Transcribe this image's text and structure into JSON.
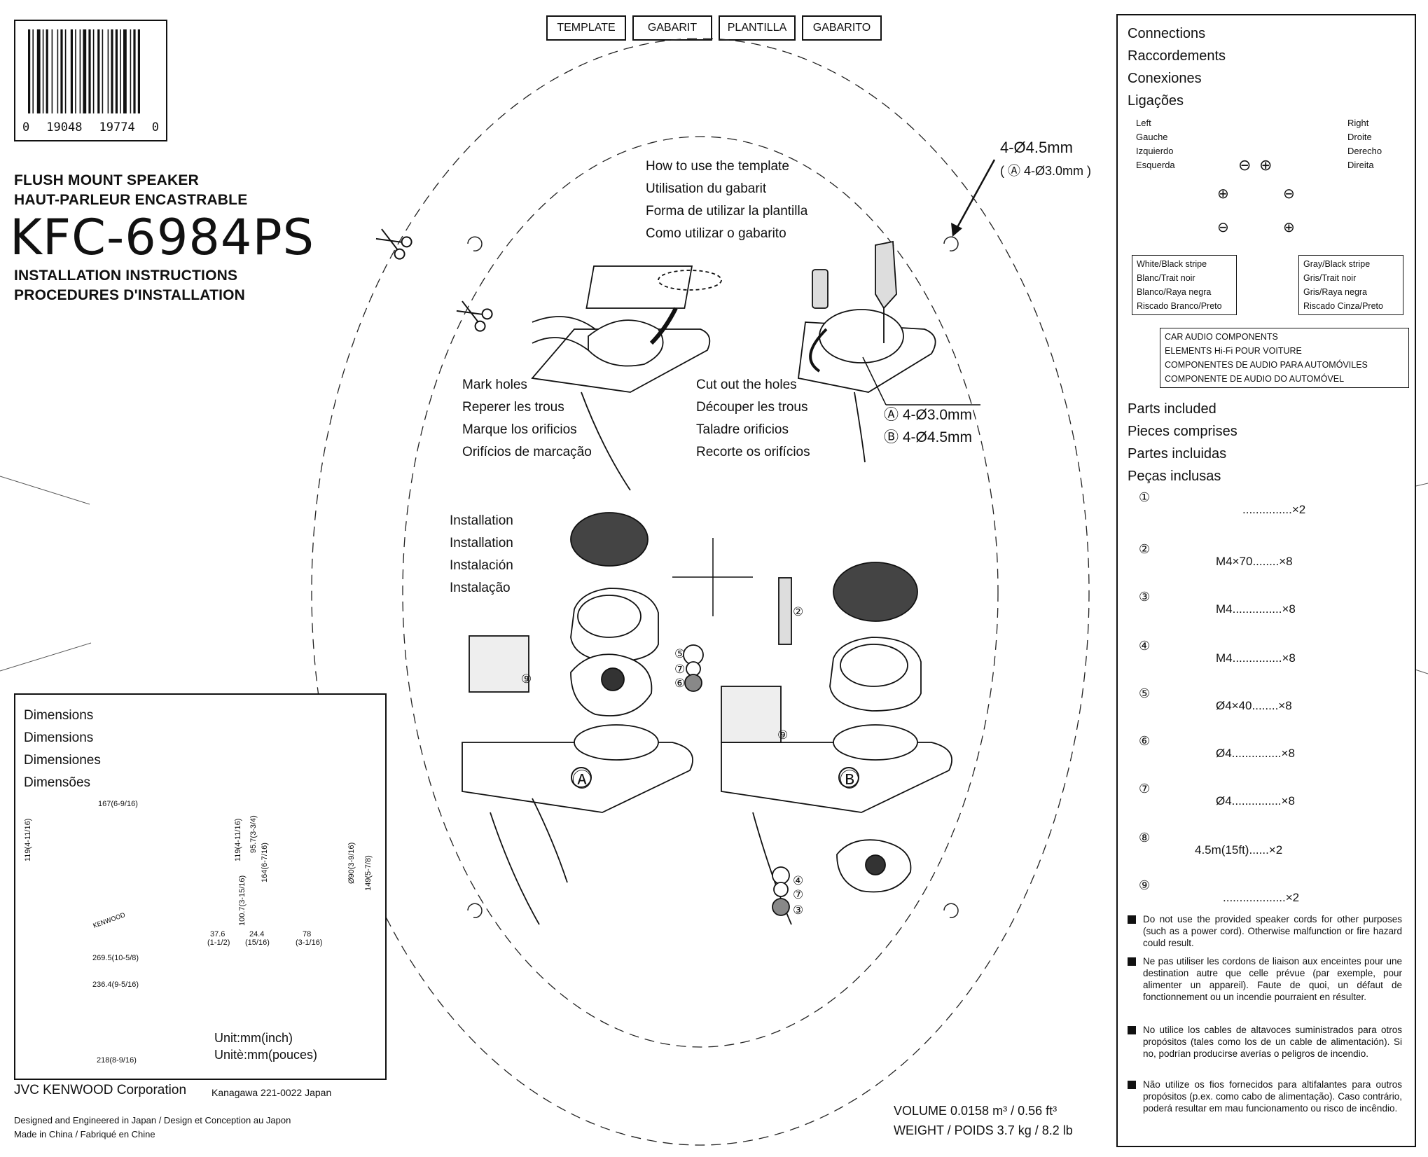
{
  "barcode": {
    "digits": [
      "0",
      "19048",
      "19774",
      "0"
    ]
  },
  "header": {
    "product_line1": "FLUSH MOUNT SPEAKER",
    "product_line2": "HAUT-PARLEUR ENCASTRABLE",
    "model": "KFC-6984PS",
    "instructions_line1": "INSTALLATION INSTRUCTIONS",
    "instructions_line2": "PROCEDURES D'INSTALLATION"
  },
  "template_tabs": [
    "TEMPLATE",
    "GABARIT",
    "PLANTILLA",
    "GABARITO"
  ],
  "hole_spec_top": {
    "b": "4-Ø4.5mm",
    "a": "( Ⓐ 4-Ø3.0mm )"
  },
  "how_to": [
    "How to use the template",
    "Utilisation du gabarit",
    "Forma de utilizar la plantilla",
    "Como utilizar o gabarito"
  ],
  "mark_holes": [
    "Mark holes",
    "Reperer les trous",
    "Marque los orificios",
    "Orifícios de marcação"
  ],
  "cut_holes": [
    "Cut out the holes",
    "Découper les trous",
    "Taladre orificios",
    "Recorte os orifícios"
  ],
  "hole_spec_mid": {
    "a": "Ⓐ 4-Ø3.0mm",
    "b": "Ⓑ 4-Ø4.5mm"
  },
  "installation": [
    "Installation",
    "Installation",
    "Instalación",
    "Instalação"
  ],
  "figure_labels": {
    "a": "Ⓐ",
    "b": "Ⓑ",
    "callouts_a": [
      "⑤",
      "⑦",
      "⑥",
      "⑨"
    ],
    "callouts_b": [
      "②",
      "⑨",
      "④",
      "⑦",
      "③"
    ]
  },
  "dimensions": {
    "headings": [
      "Dimensions",
      "Dimensions",
      "Dimensiones",
      "Dimensões"
    ],
    "front_width": "167(6-9/16)",
    "front_height": "119(4-11/16)",
    "side_height1": "95.7(3-3/4)",
    "side_height2": "119(4-11/16)",
    "side_height3": "100.7(3-15/16)",
    "side_height4": "164(6-7/16)",
    "depth1": "37.6",
    "depth1b": "(1-1/2)",
    "depth2": "24.4",
    "depth2b": "(15/16)",
    "depth3": "78",
    "depth3b": "(3-1/16)",
    "diameter": "Ø90(3-9/16)",
    "overall_h": "149(5-7/8)",
    "width1": "269.5(10-5/8)",
    "width2": "236.4(9-5/16)",
    "width3": "218(8-9/16)",
    "brand_on_grille": "KENWOOD",
    "unit1": "Unit:mm(inch)",
    "unit2": "Unitè:mm(pouces)"
  },
  "footer": {
    "company": "JVC KENWOOD Corporation",
    "address": "Kanagawa 221-0022 Japan",
    "designed": "Designed and Engineered in Japan / Design et Conception au Japon",
    "made": "Made in China / Fabriqué en Chine",
    "volume": "VOLUME 0.0158 m³ / 0.56 ft³",
    "weight": "WEIGHT / POIDS 3.7 kg / 8.2 lb"
  },
  "connections": {
    "headings": [
      "Connections",
      "Raccordements",
      "Conexiones",
      "Ligações"
    ],
    "left": [
      "Left",
      "Gauche",
      "Izquierdo",
      "Esquerda"
    ],
    "right": [
      "Right",
      "Droite",
      "Derecho",
      "Direita"
    ],
    "white_black": [
      "White/Black stripe",
      "Blanc/Trait noir",
      "Blanco/Raya negra",
      "Riscado Branco/Preto"
    ],
    "gray_black": [
      "Gray/Black stripe",
      "Gris/Trait noir",
      "Gris/Raya negra",
      "Riscado Cinza/Preto"
    ],
    "car_audio": [
      "CAR AUDIO COMPONENTS",
      "ELEMENTS Hi-Fi POUR VOITURE",
      "COMPONENTES DE AUDIO PARA AUTOMÓVILES",
      "COMPONENTE DE AUDIO DO AUTOMÓVEL"
    ],
    "plus": "⊕",
    "minus": "⊖"
  },
  "parts": {
    "headings": [
      "Parts included",
      "Pieces comprises",
      "Partes incluidas",
      "Peças inclusas"
    ],
    "items": [
      {
        "num": "①",
        "label": "...............×2"
      },
      {
        "num": "②",
        "label": "M4×70........×8"
      },
      {
        "num": "③",
        "label": "M4...............×8"
      },
      {
        "num": "④",
        "label": "M4...............×8"
      },
      {
        "num": "⑤",
        "label": "Ø4×40........×8"
      },
      {
        "num": "⑥",
        "label": "Ø4...............×8"
      },
      {
        "num": "⑦",
        "label": "Ø4...............×8"
      },
      {
        "num": "⑧",
        "label": "4.5m(15ft)......×2"
      },
      {
        "num": "⑨",
        "label": "...................×2"
      }
    ]
  },
  "warnings": [
    "Do not use the provided speaker cords for other purposes (such as a power cord). Otherwise malfunction or fire hazard could result.",
    "Ne pas utiliser les cordons de liaison aux enceintes pour une destination autre que celle prévue (par exemple, pour alimenter un appareil). Faute de quoi, un défaut de fonctionnement ou un incendie pourraient en résulter.",
    "No utilice los cables de altavoces suministrados para otros propósitos (tales como los de un cable de alimentación). Si no, podrían producirse averías o peligros de incendio.",
    "Não utilize os fios fornecidos para altifalantes para outros propósitos (p.ex. como cabo de alimentação). Caso contrário, poderá resultar em mau funcionamento ou risco de incêndio."
  ]
}
